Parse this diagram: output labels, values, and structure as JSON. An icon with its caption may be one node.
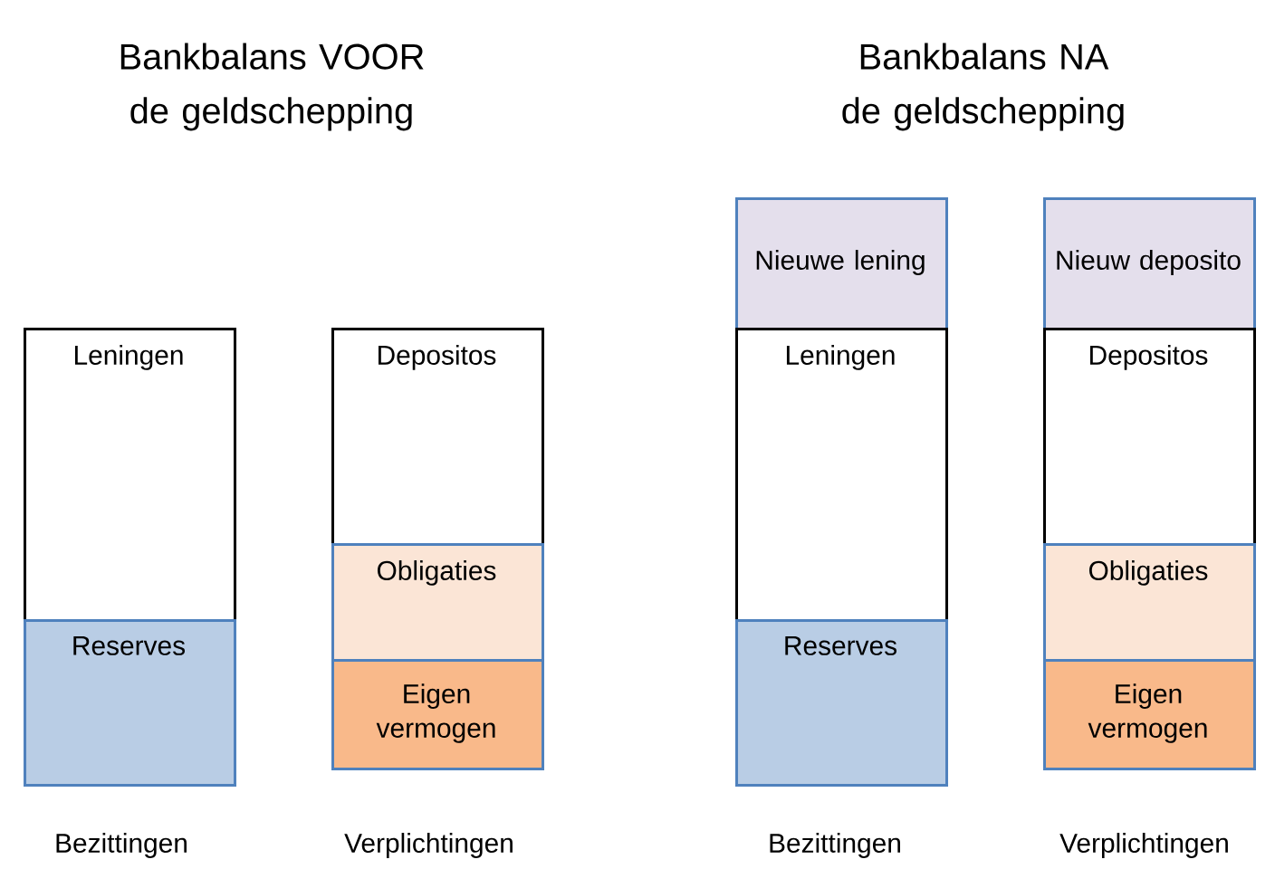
{
  "diagram": {
    "nodes": [
      {
        "text": [
          "Leningen"
        ]
      },
      {
        "text": [
          "Reserves"
        ]
      },
      {
        "text": [
          "Depositos"
        ]
      },
      {
        "text": [
          "Obligaties"
        ]
      },
      {
        "text": [
          "Eigen vermogen"
        ]
      },
      {
        "text": [
          "Nieuwe lening"
        ]
      },
      {
        "text": [
          "Nieuw deposito"
        ]
      },
      {
        "text": [
          "Leningen"
        ]
      },
      {
        "text": [
          "Depositos"
        ]
      },
      {
        "text": [
          "Obligaties"
        ]
      },
      {
        "text": [
          "Reserves"
        ]
      },
      {
        "text": [
          "Eigen vermogen"
        ]
      }
    ],
    "labels": [
      "Bankbalans VOOR de geldschepping",
      "Bankbalans NA de geldschepping",
      "Bezittingen",
      "Verplichtingen",
      "Bezittingen",
      "Verplichtingen"
    ]
  }
}
